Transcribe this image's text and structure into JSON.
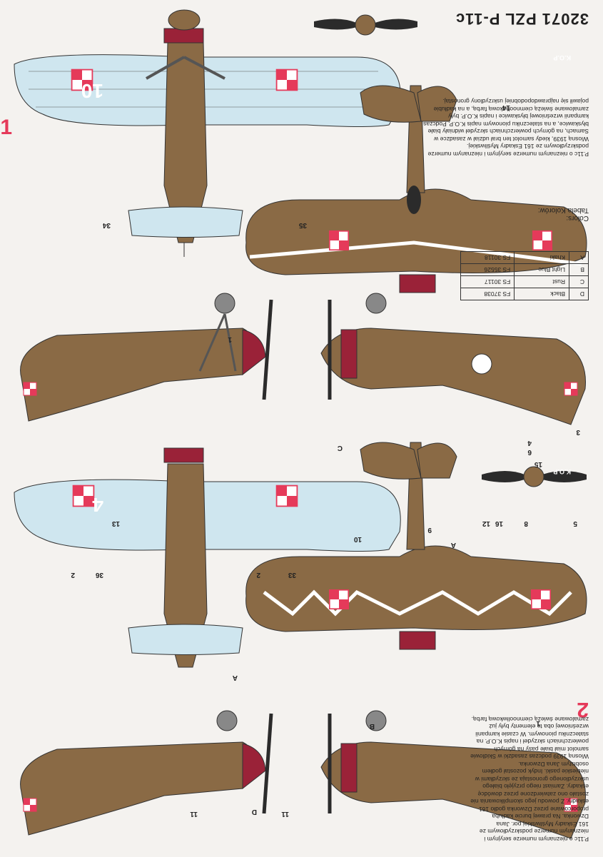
{
  "title": "32071 PZL P-11c",
  "variants": [
    {
      "number": "1",
      "text": [
        "P.11c o nieznanym numerze seryjnym i nieznanym numerze",
        "podskrzydłowym ze 161 Eskadry Myśliwskiej.",
        "Wiosną 1939, kiedy samolot ten brał udział w zasadzce w",
        "Samach, na górnych powierzchniach skrzydeł widniały białe",
        "błyskawice, a na stateczniku pionowym napis K.O.P. Podczas",
        "kampanii wrześniowej błyskawice i napis K.O.P. były",
        "zamalowane świeżą ciemnooliwkową farbą, a na kadłubie",
        "pojawił się najprawdopodobniej uskrzydlony gronostaj."
      ],
      "side_code": "10"
    },
    {
      "number": "2",
      "text": [
        "P.11c o nieznanym numerze seryjnym i",
        "nieznanym numerze podskrzydłowym ze",
        "161 Eskadry Myśliwskiej por. Jana",
        "Dzwonka. Na prawej burcie kadłuba",
        "proporcowane przez Dzwonka godło 161",
        "eskadry. Z powodu jego skomplikowania nie",
        "zostało ono zatwierdzone przez dowódcę",
        "eskadry. Zamiast niego przyjęło białego",
        "uskrzydlonego gronostaja ze skrzydłami w",
        "niebieskie paski. Indyk pozostał godłem",
        "osobistym Jana Dzwonka.",
        "Wiosną 1939 podczas zasadzki w Skidlowie",
        "samolot miał białe pasy na górnych",
        "powierzchniach skrzydeł i napis K.O.P. na",
        "stateczniku pionowym. W czasie kampanii",
        "wrześniowej oba te elementy były już",
        "zamalowane świeżą ciemnooliwkową farbą."
      ],
      "side_code": "4"
    }
  ],
  "callouts": [
    "1",
    "2",
    "3",
    "4",
    "5",
    "6",
    "8",
    "9",
    "10",
    "11",
    "12",
    "13",
    "14",
    "15",
    "16",
    "33",
    "34",
    "35",
    "36",
    "A",
    "B",
    "C",
    "D"
  ],
  "kop": "K.O.P",
  "colors_table": {
    "title_pl": "Tabela Kolorów:",
    "title_en": "Colors:",
    "rows": [
      {
        "code": "A",
        "name": "Khaki",
        "fs": "FS 30118"
      },
      {
        "code": "B",
        "name": "Light Blue",
        "fs": "FS 35526"
      },
      {
        "code": "C",
        "name": "Rust",
        "fs": "FS 30117"
      },
      {
        "code": "D",
        "name": "Black",
        "fs": "FS 37038"
      }
    ]
  },
  "palette": {
    "khaki": "#8a6a45",
    "light_blue": "#cfe6ef",
    "rust": "#9a2238",
    "black": "#2b2b2b",
    "red": "#e53a5a"
  }
}
